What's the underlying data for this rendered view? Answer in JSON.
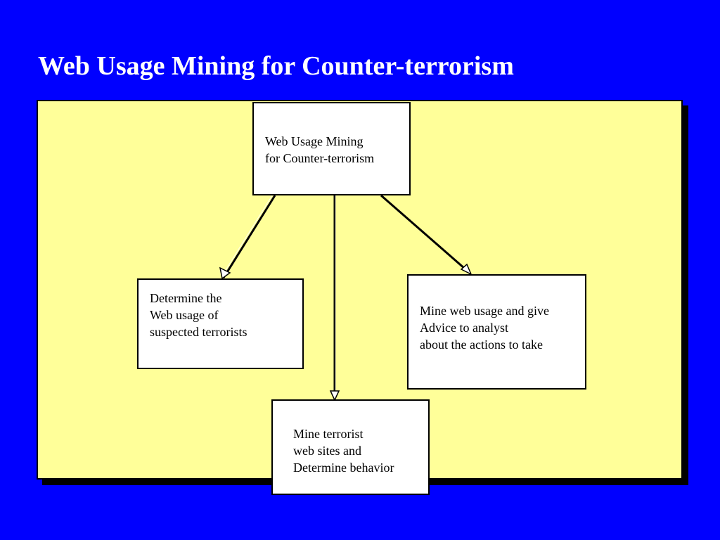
{
  "slide": {
    "title": "Web Usage Mining for Counter-terrorism"
  },
  "diagram": {
    "root": {
      "lines": [
        "Web Usage Mining",
        "for Counter-terrorism"
      ]
    },
    "left": {
      "lines": [
        "Determine the",
        "Web usage of",
        "suspected terrorists"
      ]
    },
    "right": {
      "lines": [
        "Mine web usage and give",
        "Advice to analyst",
        "about the actions to take"
      ]
    },
    "bottom": {
      "lines": [
        "Mine terrorist",
        "web sites and",
        "Determine behavior"
      ]
    }
  },
  "colors": {
    "background": "#0000ff",
    "panel": "#ffff99",
    "box": "#ffffff",
    "title": "#ffffff"
  }
}
